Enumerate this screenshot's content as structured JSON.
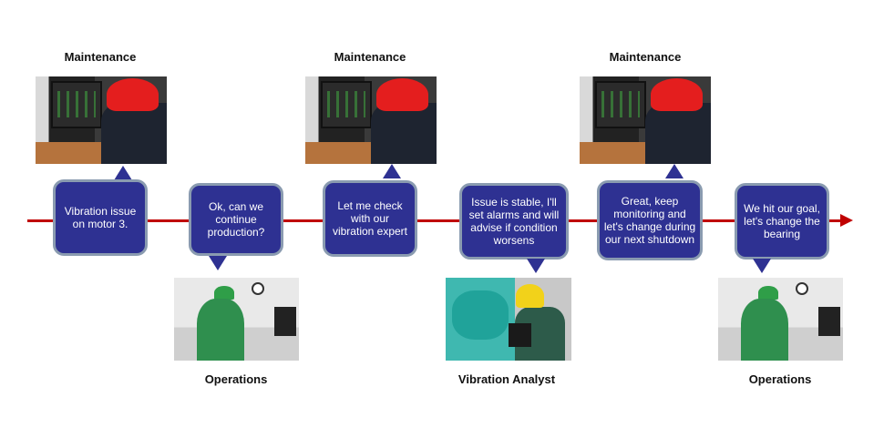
{
  "diagram": {
    "type": "timeline-conversation",
    "colors": {
      "timeline": "#c00000",
      "bubble_fill": "#2e3192",
      "bubble_border": "#8a9bb0",
      "bubble_text": "#ffffff"
    },
    "roles": {
      "top": [
        "Maintenance",
        "Maintenance",
        "Maintenance"
      ],
      "bottom": [
        "Operations",
        "Vibration Analyst",
        "Operations"
      ]
    },
    "bubbles": [
      {
        "speaker": "Maintenance",
        "text": "Vibration issue on motor 3."
      },
      {
        "speaker": "Operations",
        "text": "Ok, can we continue production?"
      },
      {
        "speaker": "Maintenance",
        "text": "Let me check with our vibration expert"
      },
      {
        "speaker": "Vibration Analyst",
        "text": "Issue is stable, I'll set alarms and will advise if condition worsens"
      },
      {
        "speaker": "Maintenance",
        "text": "Great, keep monitoring and let's change during our next shutdown"
      },
      {
        "speaker": "Operations",
        "text": "We hit our goal, let's change the bearing"
      }
    ],
    "photos": {
      "maintenance": "photo-maintenance-engineer-red-helmet",
      "operations": "photo-operator-green-uniform",
      "analyst": "photo-vibration-analyst-yellow-helmet"
    }
  }
}
